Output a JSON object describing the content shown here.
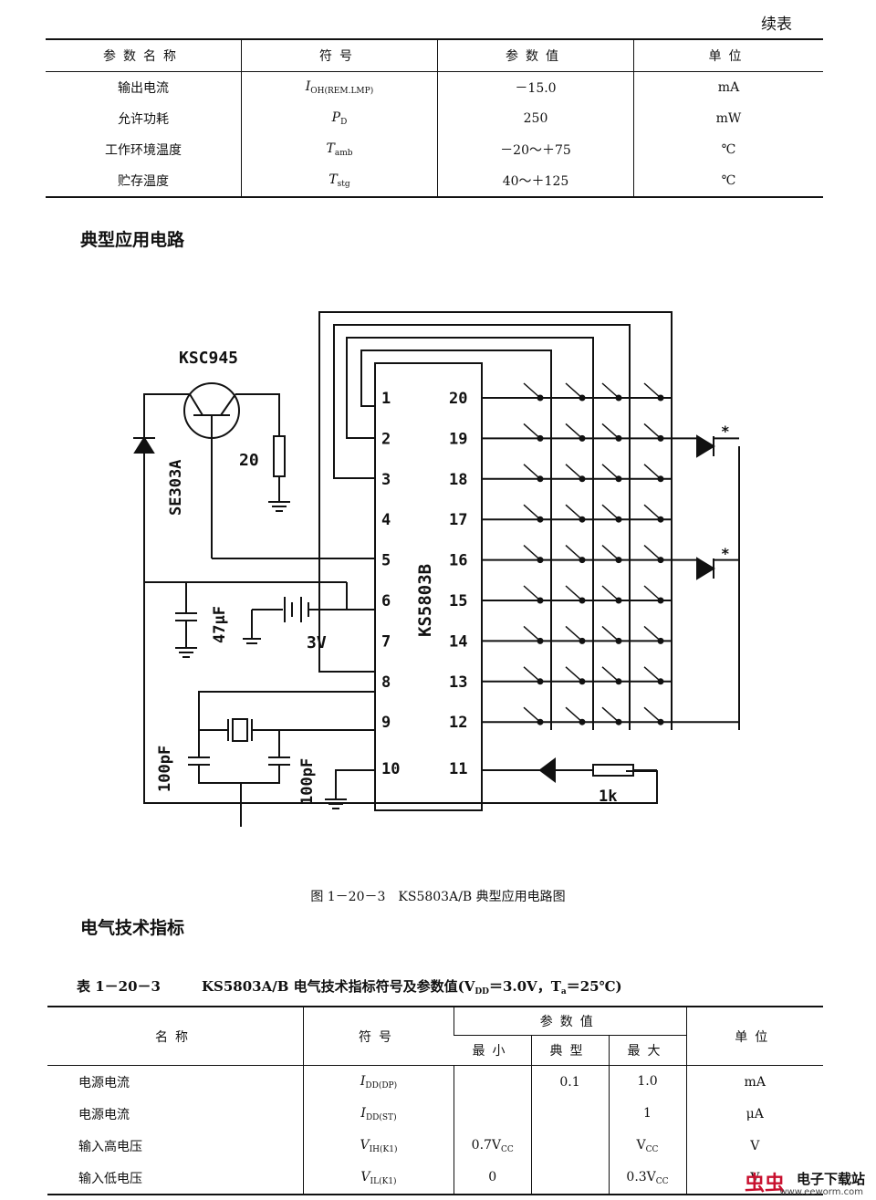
{
  "continued": "续表",
  "table1": {
    "headers": [
      "参数名称",
      "符号",
      "参数值",
      "单位"
    ],
    "rows": [
      {
        "name": "输出电流",
        "sym": "I",
        "sub": "OH(REM.LMP)",
        "val": "－15.0",
        "unit": "mA"
      },
      {
        "name": "允许功耗",
        "sym": "P",
        "sub": "D",
        "val": "250",
        "unit": "mW"
      },
      {
        "name": "工作环境温度",
        "sym": "T",
        "sub": "amb",
        "val": "－20～＋75",
        "unit": "℃"
      },
      {
        "name": "贮存温度",
        "sym": "T",
        "sub": "stg",
        "val": "40～＋125",
        "unit": "℃"
      }
    ]
  },
  "section1": "典型应用电路",
  "circuit": {
    "transistor": "KSC945",
    "led": "SE303A",
    "r20": "20",
    "c47": "47μF",
    "battery": "3V",
    "ic": "KS5803B",
    "c100a": "100pF",
    "c100b": "100pF",
    "r1k": "1k",
    "star": "*",
    "pins_left": [
      "1",
      "2",
      "3",
      "4",
      "5",
      "6",
      "7",
      "8",
      "9",
      "10"
    ],
    "pins_right": [
      "20",
      "19",
      "18",
      "17",
      "16",
      "15",
      "14",
      "13",
      "12",
      "11"
    ]
  },
  "caption": "图 1－20－3　KS5803A/B 典型应用电路图",
  "section2": "电气技术指标",
  "table2": {
    "title": "表 1－20－3　　　KS5803A/B 电气技术指标符号及参数值(V",
    "title_sub": "DD",
    "title_mid": "＝3.0V，T",
    "title_sub2": "a",
    "title_end": "＝25℃)",
    "h_name": "名称",
    "h_sym": "符号",
    "h_param": "参数值",
    "h_min": "最小",
    "h_typ": "典型",
    "h_max": "最大",
    "h_unit": "单位",
    "rows": [
      {
        "name": "电源电流",
        "sym": "I",
        "sub": "DD(DP)",
        "min": "",
        "typ": "0.1",
        "max": "1.0",
        "unit": "mA"
      },
      {
        "name": "电源电流",
        "sym": "I",
        "sub": "DD(ST)",
        "min": "",
        "typ": "",
        "max": "1",
        "unit": "μA"
      },
      {
        "name": "输入高电压",
        "sym": "V",
        "sub": "IH(K1)",
        "min": "0.7V",
        "min_sub": "CC",
        "typ": "",
        "max": "V",
        "max_sub": "CC",
        "unit": "V"
      },
      {
        "name": "输入低电压",
        "sym": "V",
        "sub": "IL(K1)",
        "min": "0",
        "typ": "",
        "max": "0.3V",
        "max_sub": "CC",
        "unit": "V"
      }
    ]
  },
  "watermark": {
    "logo": "虫虫",
    "site": "电子下载站",
    "url": "www.eeworm.com"
  }
}
